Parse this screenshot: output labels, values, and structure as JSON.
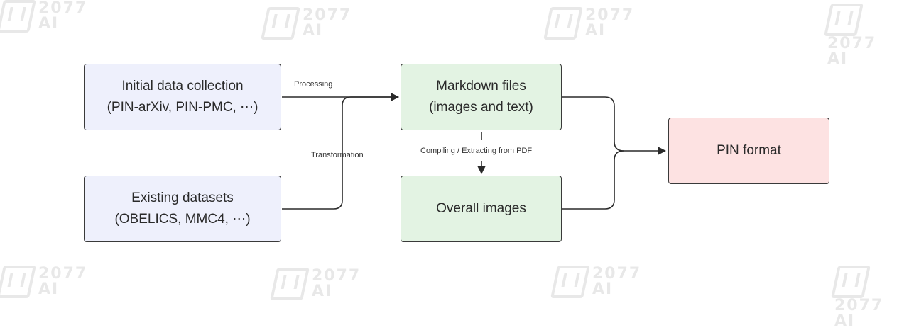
{
  "watermark": {
    "text_top": "2077",
    "text_bottom": "AI"
  },
  "nodes": {
    "initial": {
      "line1": "Initial data collection",
      "line2": "(PIN-arXiv, PIN-PMC, ⋯)"
    },
    "existing": {
      "line1": "Existing datasets",
      "line2": "(OBELICS, MMC4, ⋯)"
    },
    "markdown": {
      "line1": "Markdown files",
      "line2": "(images and text)"
    },
    "overall": {
      "line1": "Overall images"
    },
    "pin": {
      "line1": "PIN format"
    }
  },
  "edges": {
    "processing": "Processing",
    "transformation": "Transformation",
    "compiling": "Compiling / Extracting from PDF"
  },
  "colors": {
    "blue_fill": "#eef0fc",
    "green_fill": "#e3f3e3",
    "pink_fill": "#fde2e2",
    "stroke": "#2a2a2a"
  }
}
